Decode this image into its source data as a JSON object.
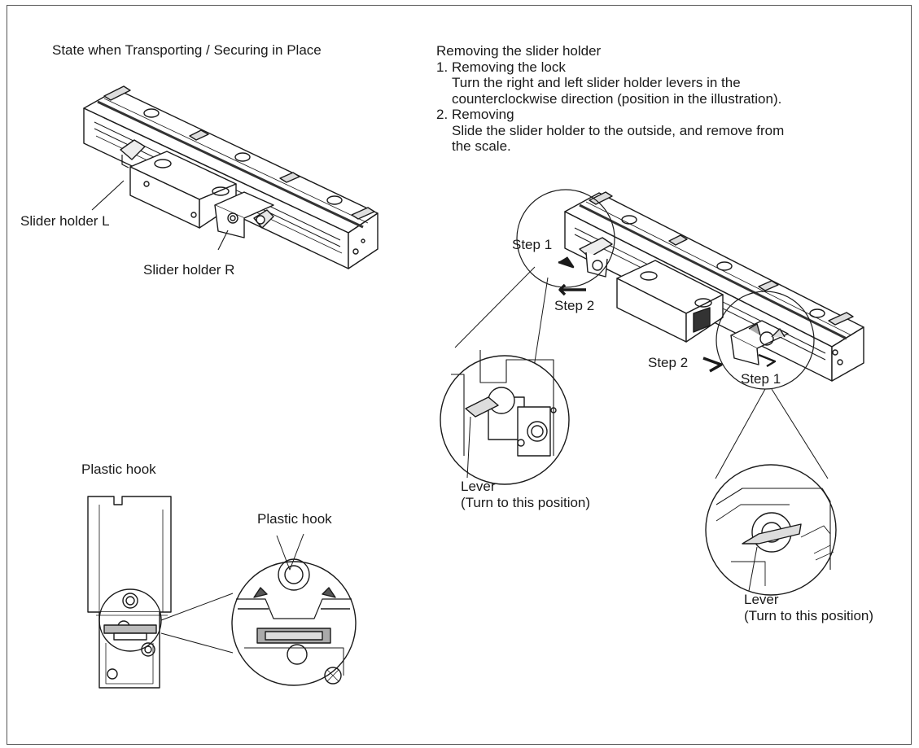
{
  "left_panel": {
    "title": "State when Transporting / Securing in Place",
    "callout_l": "Slider holder L",
    "callout_r": "Slider holder R",
    "hook_title": "Plastic hook",
    "hook_callout": "Plastic hook"
  },
  "instructions": {
    "heading": "Removing the slider holder",
    "steps": [
      {
        "num": "1.",
        "title": "Removing the lock",
        "lines": [
          "Turn the right and left slider holder levers in the",
          "counterclockwise direction (position in the illustration)."
        ]
      },
      {
        "num": "2.",
        "title": "Removing",
        "lines": [
          "Slide the slider holder to the outside, and remove from",
          "the scale."
        ]
      }
    ]
  },
  "right_figure": {
    "step1_left": "Step 1",
    "step2_left": "Step 2",
    "step2_right": "Step 2",
    "step1_right": "Step 1",
    "lever_left": "Lever",
    "lever_left_note": "(Turn to this position)",
    "lever_right": "Lever",
    "lever_right_note": "(Turn to this position)"
  }
}
